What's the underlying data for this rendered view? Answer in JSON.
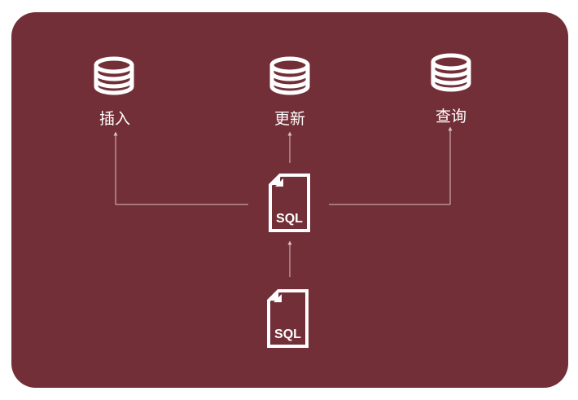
{
  "colors": {
    "panel": "#722f38",
    "icon": "#ffffff",
    "connector": "#d9c2c5"
  },
  "targets": [
    {
      "label": "插入",
      "icon": "database-icon"
    },
    {
      "label": "更新",
      "icon": "database-icon"
    },
    {
      "label": "查询",
      "icon": "database-icon"
    }
  ],
  "hub": {
    "icon": "sql-file-icon",
    "text": "SQL"
  },
  "source": {
    "icon": "sql-file-icon",
    "text": "SQL"
  }
}
